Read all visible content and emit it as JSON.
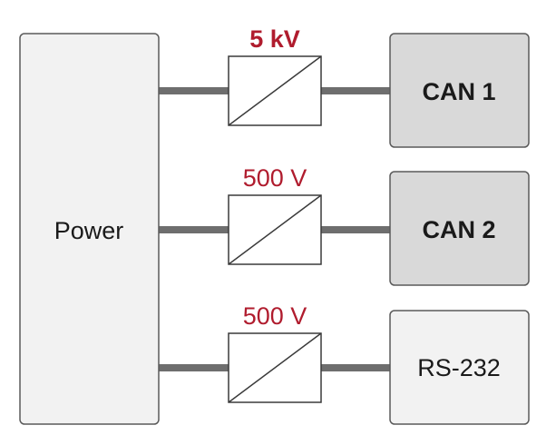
{
  "blocks": {
    "power": {
      "label": "Power",
      "fill": "#f2f2f2"
    },
    "can1": {
      "label": "CAN 1",
      "fill": "#d9d9d9"
    },
    "can2": {
      "label": "CAN 2",
      "fill": "#d9d9d9"
    },
    "rs232": {
      "label": "RS-232",
      "fill": "#f2f2f2"
    }
  },
  "isolators": [
    {
      "voltage": "5 kV"
    },
    {
      "voltage": "500 V"
    },
    {
      "voltage": "500 V"
    }
  ],
  "colors": {
    "voltage_label": "#b01c2e",
    "connector": "#6e6e6e",
    "outline": "#5a5a5a"
  }
}
